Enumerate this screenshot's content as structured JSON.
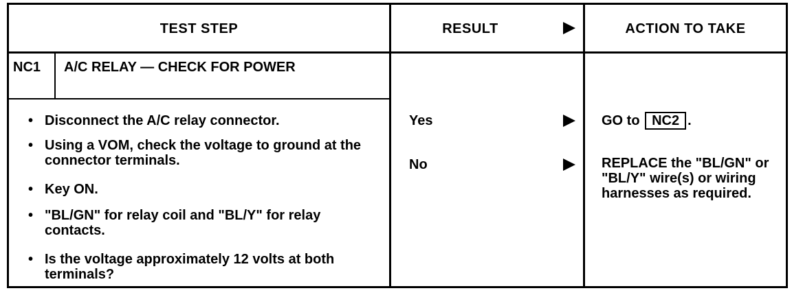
{
  "header": {
    "test_step": "TEST STEP",
    "result": "RESULT",
    "action": "ACTION TO TAKE"
  },
  "step": {
    "id": "NC1",
    "title": "A/C RELAY — CHECK FOR POWER"
  },
  "instructions": [
    "Disconnect the A/C relay connector.",
    "Using a VOM, check the voltage to ground at the connector terminals.",
    "Key ON.",
    "\"BL/GN\" for relay coil and \"BL/Y\" for relay contacts.",
    "Is the voltage approximately 12 volts at both terminals?"
  ],
  "results": [
    {
      "result": "Yes",
      "action_prefix": "GO to",
      "action_ref": "NC2",
      "action_suffix": "."
    },
    {
      "result": "No",
      "action_text": "REPLACE the \"BL/GN\" or \"BL/Y\" wire(s) or wiring harnesses as required."
    }
  ]
}
